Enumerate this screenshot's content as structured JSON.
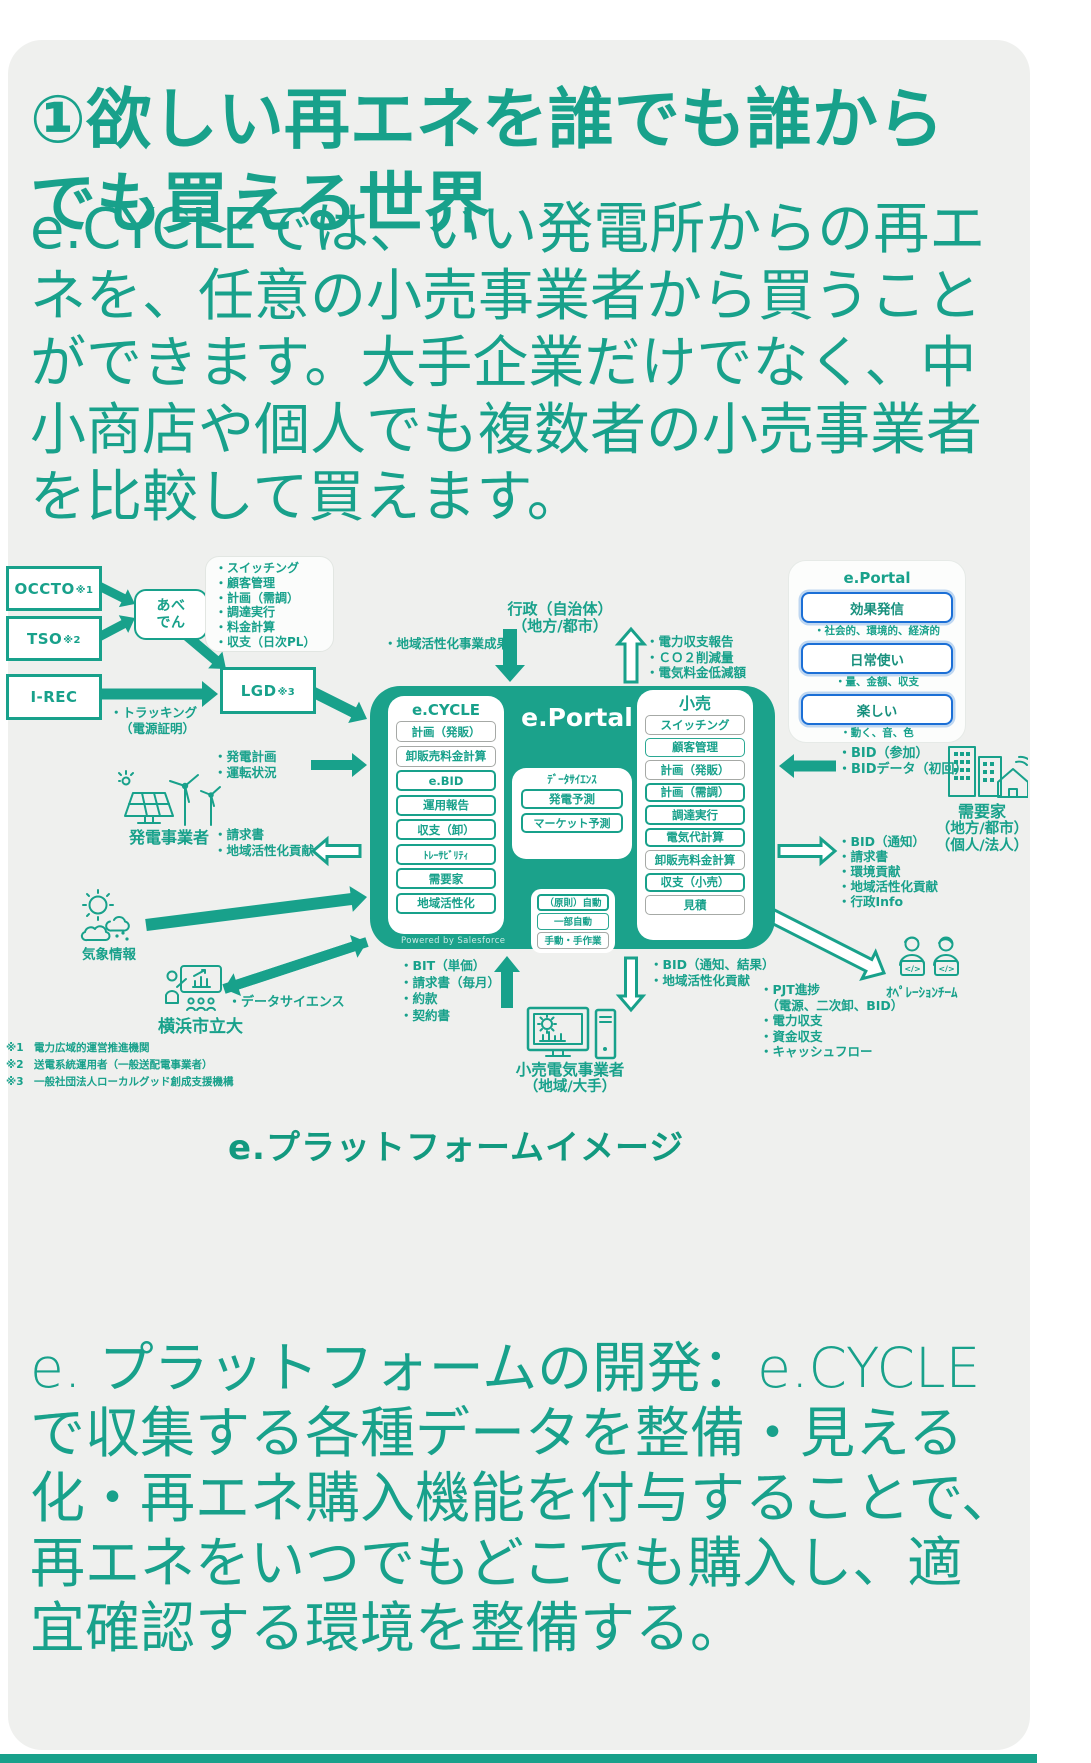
{
  "colors": {
    "teal": "#18A18B",
    "blue": "#1B6FD6",
    "blue_ring": "#BFD7F1",
    "gray_border": "#A6A9A6",
    "card_bg": "#EFF0EE"
  },
  "header": {
    "title": "①欲しい再エネを誰でも誰から\nでも買える世界",
    "intro": "e.CYCLEでは、いい発電所からの再エ\nネを、任意の小売事業者から買うこと\nができます。大手企業だけでなく、中\n小商店や個人でも複数者の小売事業者\nを比較して買えます。"
  },
  "footer": {
    "caption": "e.プラットフォームイメージ",
    "outro": "e. プラットフォームの開発：e.CYCLE\nで収集する各種データを整備・見える\n化・再エネ購入機能を付与することで、\n再エネをいつでもどこでも購入し、適\n宜確認する環境を整備する。"
  },
  "diagram": {
    "occto": {
      "label": "OCCTO",
      "sup": "※1"
    },
    "tso": {
      "label": "TSO",
      "sup": "※2"
    },
    "irec": {
      "label": "I-REC"
    },
    "abeden": {
      "label": "あべ\nでん",
      "functions": [
        "・スイッチング",
        "・顧客管理",
        "・計画（需調）",
        "・調達実行",
        "・料金計算",
        "・収支（日次PL）"
      ]
    },
    "lgd": {
      "label": "LGD",
      "sup": "※3"
    },
    "tracking": [
      "・トラッキング",
      "（電源証明）"
    ],
    "generator": {
      "bullets_top": [
        "・発電計画",
        "・運転状況"
      ],
      "label": "発電事業者",
      "bullets": [
        "・請求書",
        "・地域活性化貢献"
      ]
    },
    "weather": {
      "label": "気象情報"
    },
    "university": {
      "label": "横浜市立大",
      "bullet": "・データサイエンス"
    },
    "footnotes": [
      "※1　電力広域的運営推進機関",
      "※2　送電系統運用者（一般送配電事業者）",
      "※3　一般社団法人ローカルグッド創成支援機構"
    ],
    "government": {
      "line1": "行政（自治体）",
      "line2": "（地方/都市）",
      "to_portal": "・地域活性化事業成果",
      "from_portal": [
        "・電力収支報告",
        "・ＣＯ２削減量",
        "・電気料金低減額"
      ]
    },
    "portal": {
      "title": "e.Portal",
      "powered": "Powered by Salesforce",
      "ecycle": {
        "title": "e.CYCLE",
        "items": [
          {
            "label": "計画（発販）",
            "type": "manual"
          },
          {
            "label": "卸販売料金計算",
            "type": "manual"
          },
          {
            "label": "e.BID",
            "type": "auto"
          },
          {
            "label": "運用報告",
            "type": "auto"
          },
          {
            "label": "収支（卸）",
            "type": "auto"
          },
          {
            "label": "ﾄﾚｰｻﾋﾞﾘﾃｨ",
            "type": "auto"
          },
          {
            "label": "需要家",
            "type": "auto"
          },
          {
            "label": "地域活性化",
            "type": "auto"
          }
        ]
      },
      "datascience": {
        "title": "ﾃﾞｰﾀｻｲｴﾝｽ",
        "items": [
          "発電予測",
          "マーケット予測"
        ]
      },
      "retail": {
        "title": "小売",
        "items": [
          {
            "label": "スイッチング",
            "type": "manual"
          },
          {
            "label": "顧客管理",
            "type": "semi"
          },
          {
            "label": "計画（発販）",
            "type": "manual"
          },
          {
            "label": "計画（需調）",
            "type": "auto"
          },
          {
            "label": "調達実行",
            "type": "auto"
          },
          {
            "label": "電気代計算",
            "type": "auto"
          },
          {
            "label": "卸販売料金計算",
            "type": "manual"
          },
          {
            "label": "収支（小売）",
            "type": "auto"
          },
          {
            "label": "見積",
            "type": "manual"
          }
        ]
      },
      "legend": [
        {
          "label": "（原則）自動",
          "type": "auto"
        },
        {
          "label": "一部自動",
          "type": "semi"
        },
        {
          "label": "手動・手作業",
          "type": "manual"
        }
      ]
    },
    "portal_app": {
      "title": "e.Portal",
      "boxes": [
        {
          "label": "効果発信",
          "caption": "・社会的、環境的、経済的"
        },
        {
          "label": "日常使い",
          "caption": "・量、金額、収支"
        },
        {
          "label": "楽しい",
          "caption": "・動く、音、色"
        }
      ]
    },
    "consumer": {
      "label": "需要家",
      "sub1": "（地方/都市）",
      "sub2": "（個人/法人）",
      "bid_in": [
        "・BID（参加）",
        "・BIDデータ（初回）"
      ],
      "bid_out": [
        "・BID（通知）",
        "・請求書",
        "・環境貢献",
        "・地域活性化貢献",
        "・行政Info"
      ]
    },
    "ops": {
      "label": "ｵﾍﾟﾚｰｼｮﾝﾁｰﾑ",
      "bullets": [
        "・PJT進捗",
        "　（電源、二次卸、BID）",
        "・電力収支",
        "・資金収支",
        "・キャッシュフロー"
      ]
    },
    "retailer": {
      "label": "小売電気事業者",
      "sub": "（地域/大手）",
      "down": [
        "・BID（通知、結果）",
        "・地域活性化貢献"
      ],
      "up": [
        "・BIT（単価）",
        "・請求書（毎月）",
        "・約款",
        "・契約書"
      ]
    }
  }
}
